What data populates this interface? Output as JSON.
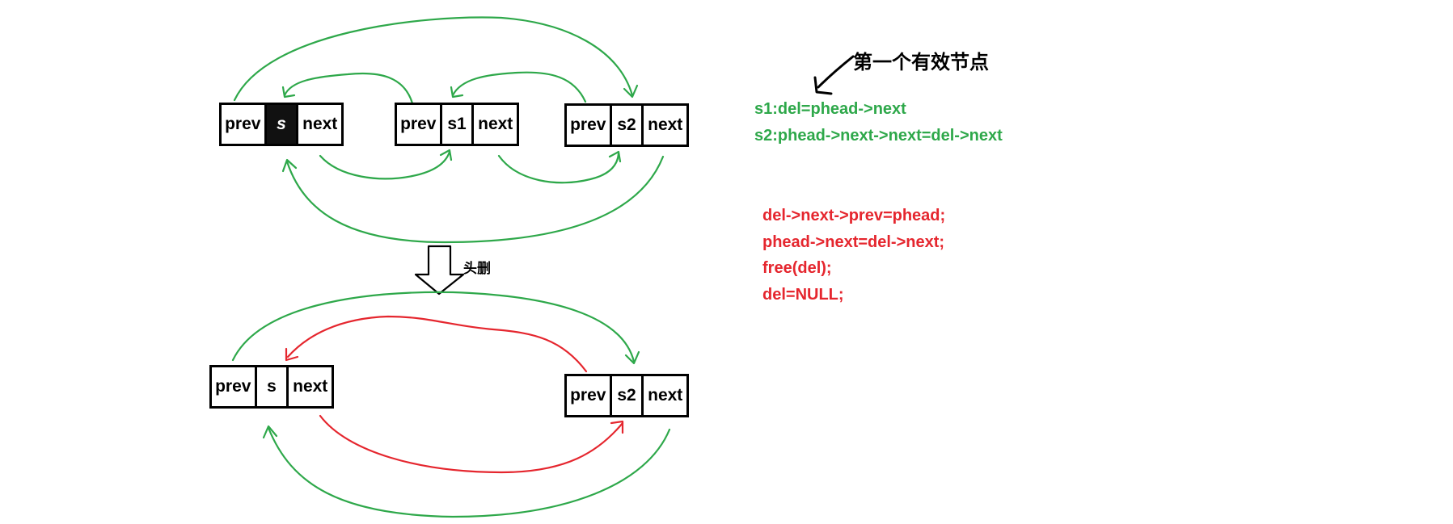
{
  "colors": {
    "green": "#2ea84a",
    "red": "#e5262e",
    "black": "#000000"
  },
  "top_row": {
    "nodes": [
      {
        "prev": "prev",
        "data": "s",
        "next": "next",
        "data_filled": true
      },
      {
        "prev": "prev",
        "data": "s1",
        "next": "next"
      },
      {
        "prev": "prev",
        "data": "s2",
        "next": "next"
      }
    ]
  },
  "bottom_row": {
    "nodes": [
      {
        "prev": "prev",
        "data": "s",
        "next": "next"
      },
      {
        "prev": "prev",
        "data": "s2",
        "next": "next"
      }
    ]
  },
  "head_delete_label": "头删",
  "first_valid_node_note": "第一个有效节点",
  "green_code": [
    "s1:del=phead->next",
    "s2:phead->next->next=del->next"
  ],
  "red_code": [
    "del->next->prev=phead;",
    "phead->next=del->next;",
    "free(del);",
    "del=NULL;"
  ]
}
